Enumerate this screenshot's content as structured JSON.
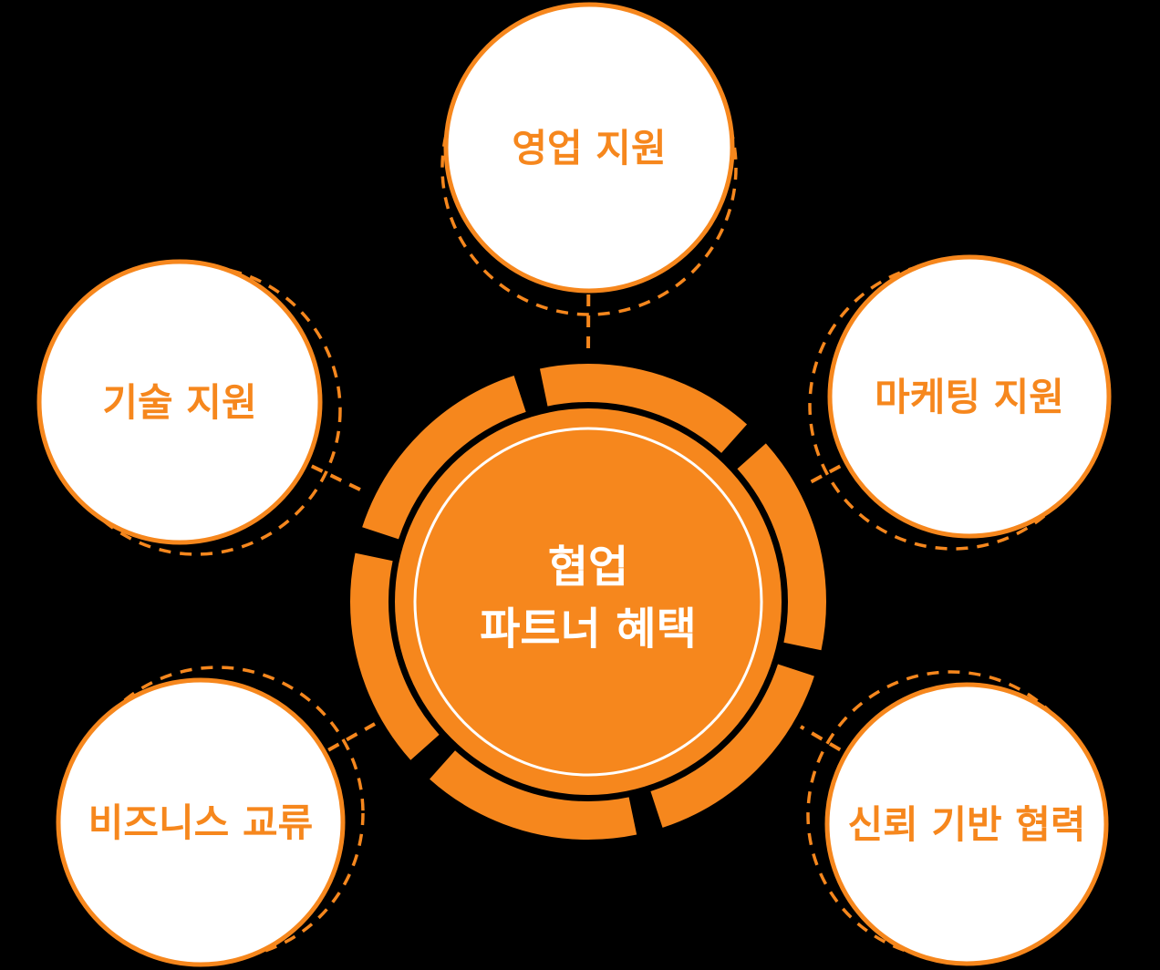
{
  "center": {
    "line1": "협업",
    "line2": "파트너 혜택"
  },
  "nodes": [
    {
      "id": "sales-support",
      "label": "영업 지원"
    },
    {
      "id": "tech-support",
      "label": "기술 지원"
    },
    {
      "id": "marketing-support",
      "label": "마케팅 지원"
    },
    {
      "id": "business-exchange",
      "label": "비즈니스 교류"
    },
    {
      "id": "trust-cooperation",
      "label": "신뢰 기반 협력"
    }
  ],
  "colors": {
    "accent": "#F6871D",
    "node_fill": "#FFFFFF",
    "center_text": "#FFFFFF",
    "background": "#000000"
  }
}
